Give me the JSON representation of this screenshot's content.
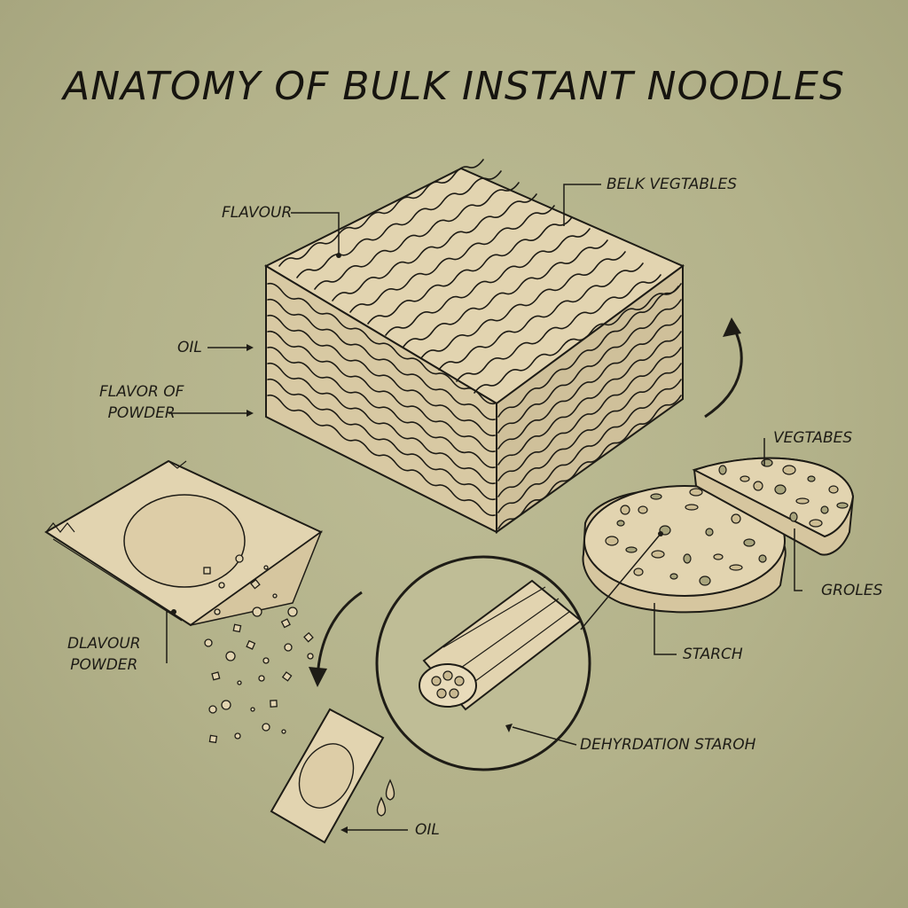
{
  "title": "ANATOMY OF BULK INSTANT NOODLES",
  "labels": {
    "flavour": "FLAVOUR",
    "belk_vegetables": "BELK VEGTABLES",
    "oil_top": "OIL",
    "flavor_of_powder": "FLAVOR OF\nPOWDER",
    "vegtabes": "VEGTABES",
    "groles": "GROLES",
    "starch": "STARCH",
    "dlavour_powder": "DLAVOUR\nPOWDER",
    "dehyrdation_staroh": "DEHYRDATION STAROH",
    "oil_bottom": "OIL"
  },
  "colors": {
    "background": "#b3b28a",
    "noodle_fill": "#e2d4b0",
    "ink": "#1e1c16"
  }
}
